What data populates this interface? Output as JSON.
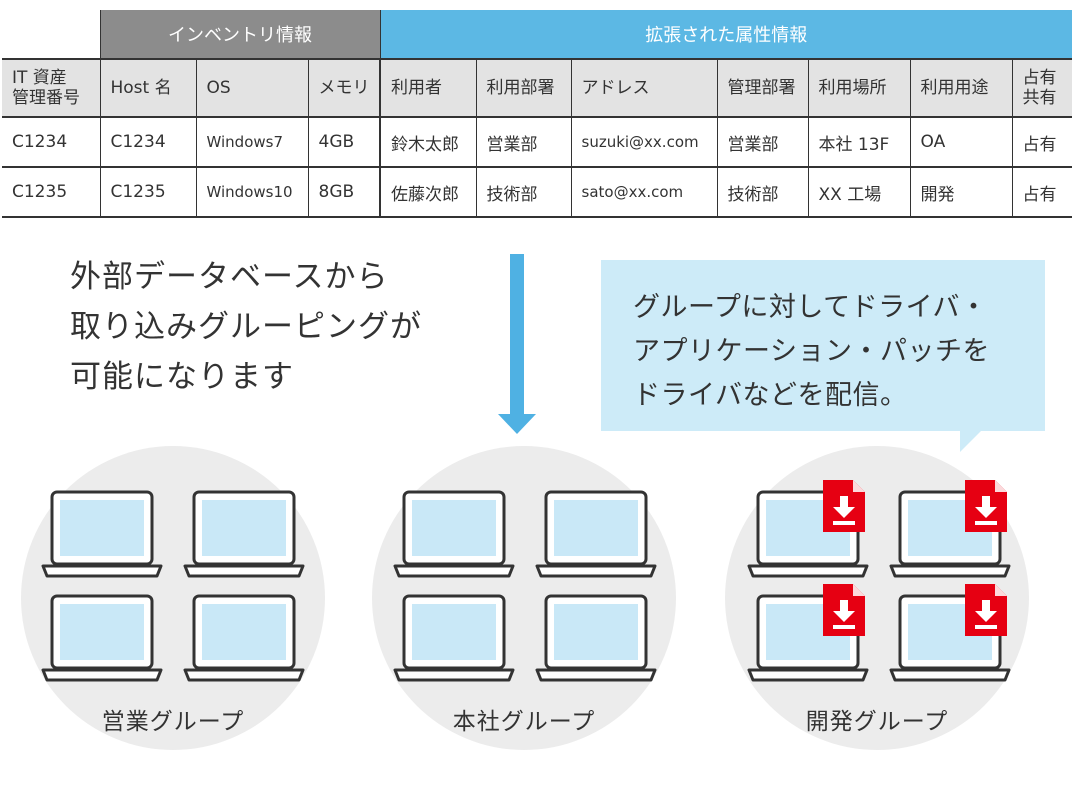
{
  "table": {
    "group_headers": {
      "inventory": "インベントリ情報",
      "extended": "拡張された属性情報"
    },
    "columns": [
      "IT 資産\n管理番号",
      "Host 名",
      "OS",
      "メモリ",
      "利用者",
      "利用部署",
      "アドレス",
      "管理部署",
      "利用場所",
      "利用用途",
      "占有\n共有"
    ],
    "col1_line1": "IT 資産",
    "col1_line2": "管理番号",
    "col11_line1": "占有",
    "col11_line2": "共有",
    "rows": [
      [
        "C1234",
        "C1234",
        "Windows7",
        "4GB",
        "鈴木太郎",
        "営業部",
        "suzuki@xx.com",
        "営業部",
        "本社 13F",
        "OA",
        "占有"
      ],
      [
        "C1235",
        "C1235",
        "Windows10",
        "8GB",
        "佐藤次郎",
        "技術部",
        "sato@xx.com",
        "技術部",
        "XX 工場",
        "開発",
        "占有"
      ]
    ]
  },
  "left_text": [
    "外部データベースから",
    "取り込みグルーピングが",
    "可能になります"
  ],
  "bubble_text": [
    "グループに対してドライバ・",
    "アプリケーション・パッチを",
    "ドライバなどを配信。"
  ],
  "groups": [
    {
      "label": "営業グループ",
      "icon": "laptop-icon"
    },
    {
      "label": "本社グループ",
      "icon": "laptop-icon"
    },
    {
      "label": "開発グループ",
      "icon": "laptop-with-download-icon"
    }
  ],
  "colors": {
    "inventory_header": "#8c8c8c",
    "extended_header": "#5cb8e4",
    "column_header_bg": "#e3e3e3",
    "arrow": "#4fb1e3",
    "bubble": "#cdebf8",
    "group_circle": "#ececec",
    "screen": "#c9e8f7",
    "download_badge": "#e60012"
  }
}
